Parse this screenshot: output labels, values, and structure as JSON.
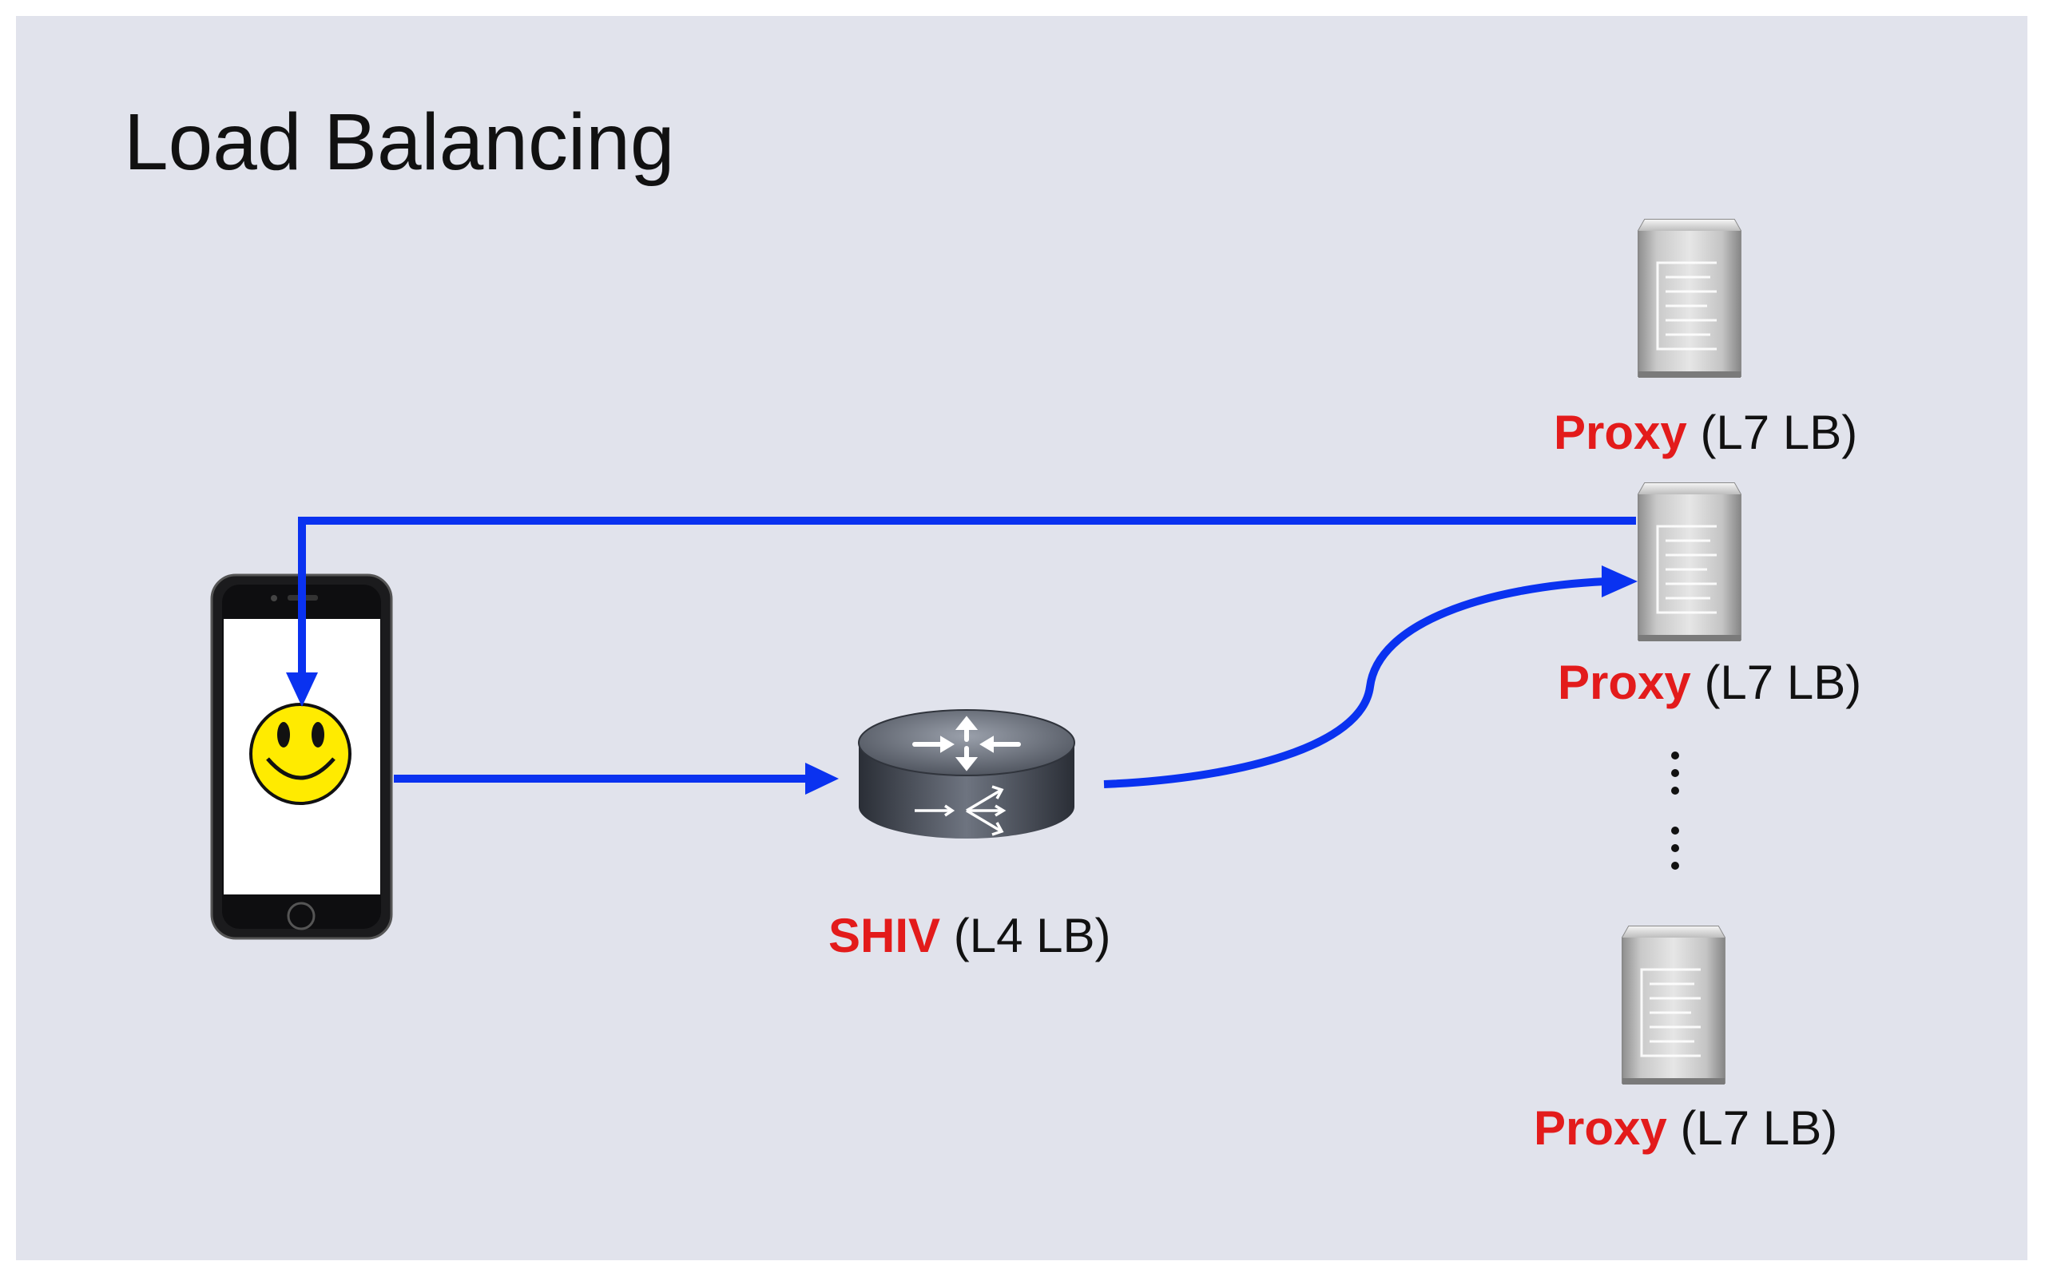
{
  "slide": {
    "title": "Load Balancing"
  },
  "nodes": {
    "client": {
      "kind": "smartphone",
      "face_icon": "smiley-face-icon",
      "face_color": "#ffeb00"
    },
    "l4": {
      "name": "SHIV",
      "suffix": "(L4 LB)",
      "icon": "router-icon"
    },
    "proxy_top": {
      "name": "Proxy",
      "suffix": "(L7 LB)",
      "icon": "server-icon"
    },
    "proxy_mid": {
      "name": "Proxy",
      "suffix": "(L7 LB)",
      "icon": "server-icon"
    },
    "proxy_bottom": {
      "name": "Proxy",
      "suffix": "(L7 LB)",
      "icon": "server-icon"
    }
  },
  "colors": {
    "background": "#e1e3ec",
    "flow_arrow": "#0a32f0",
    "highlight_text": "#e31b1b"
  }
}
